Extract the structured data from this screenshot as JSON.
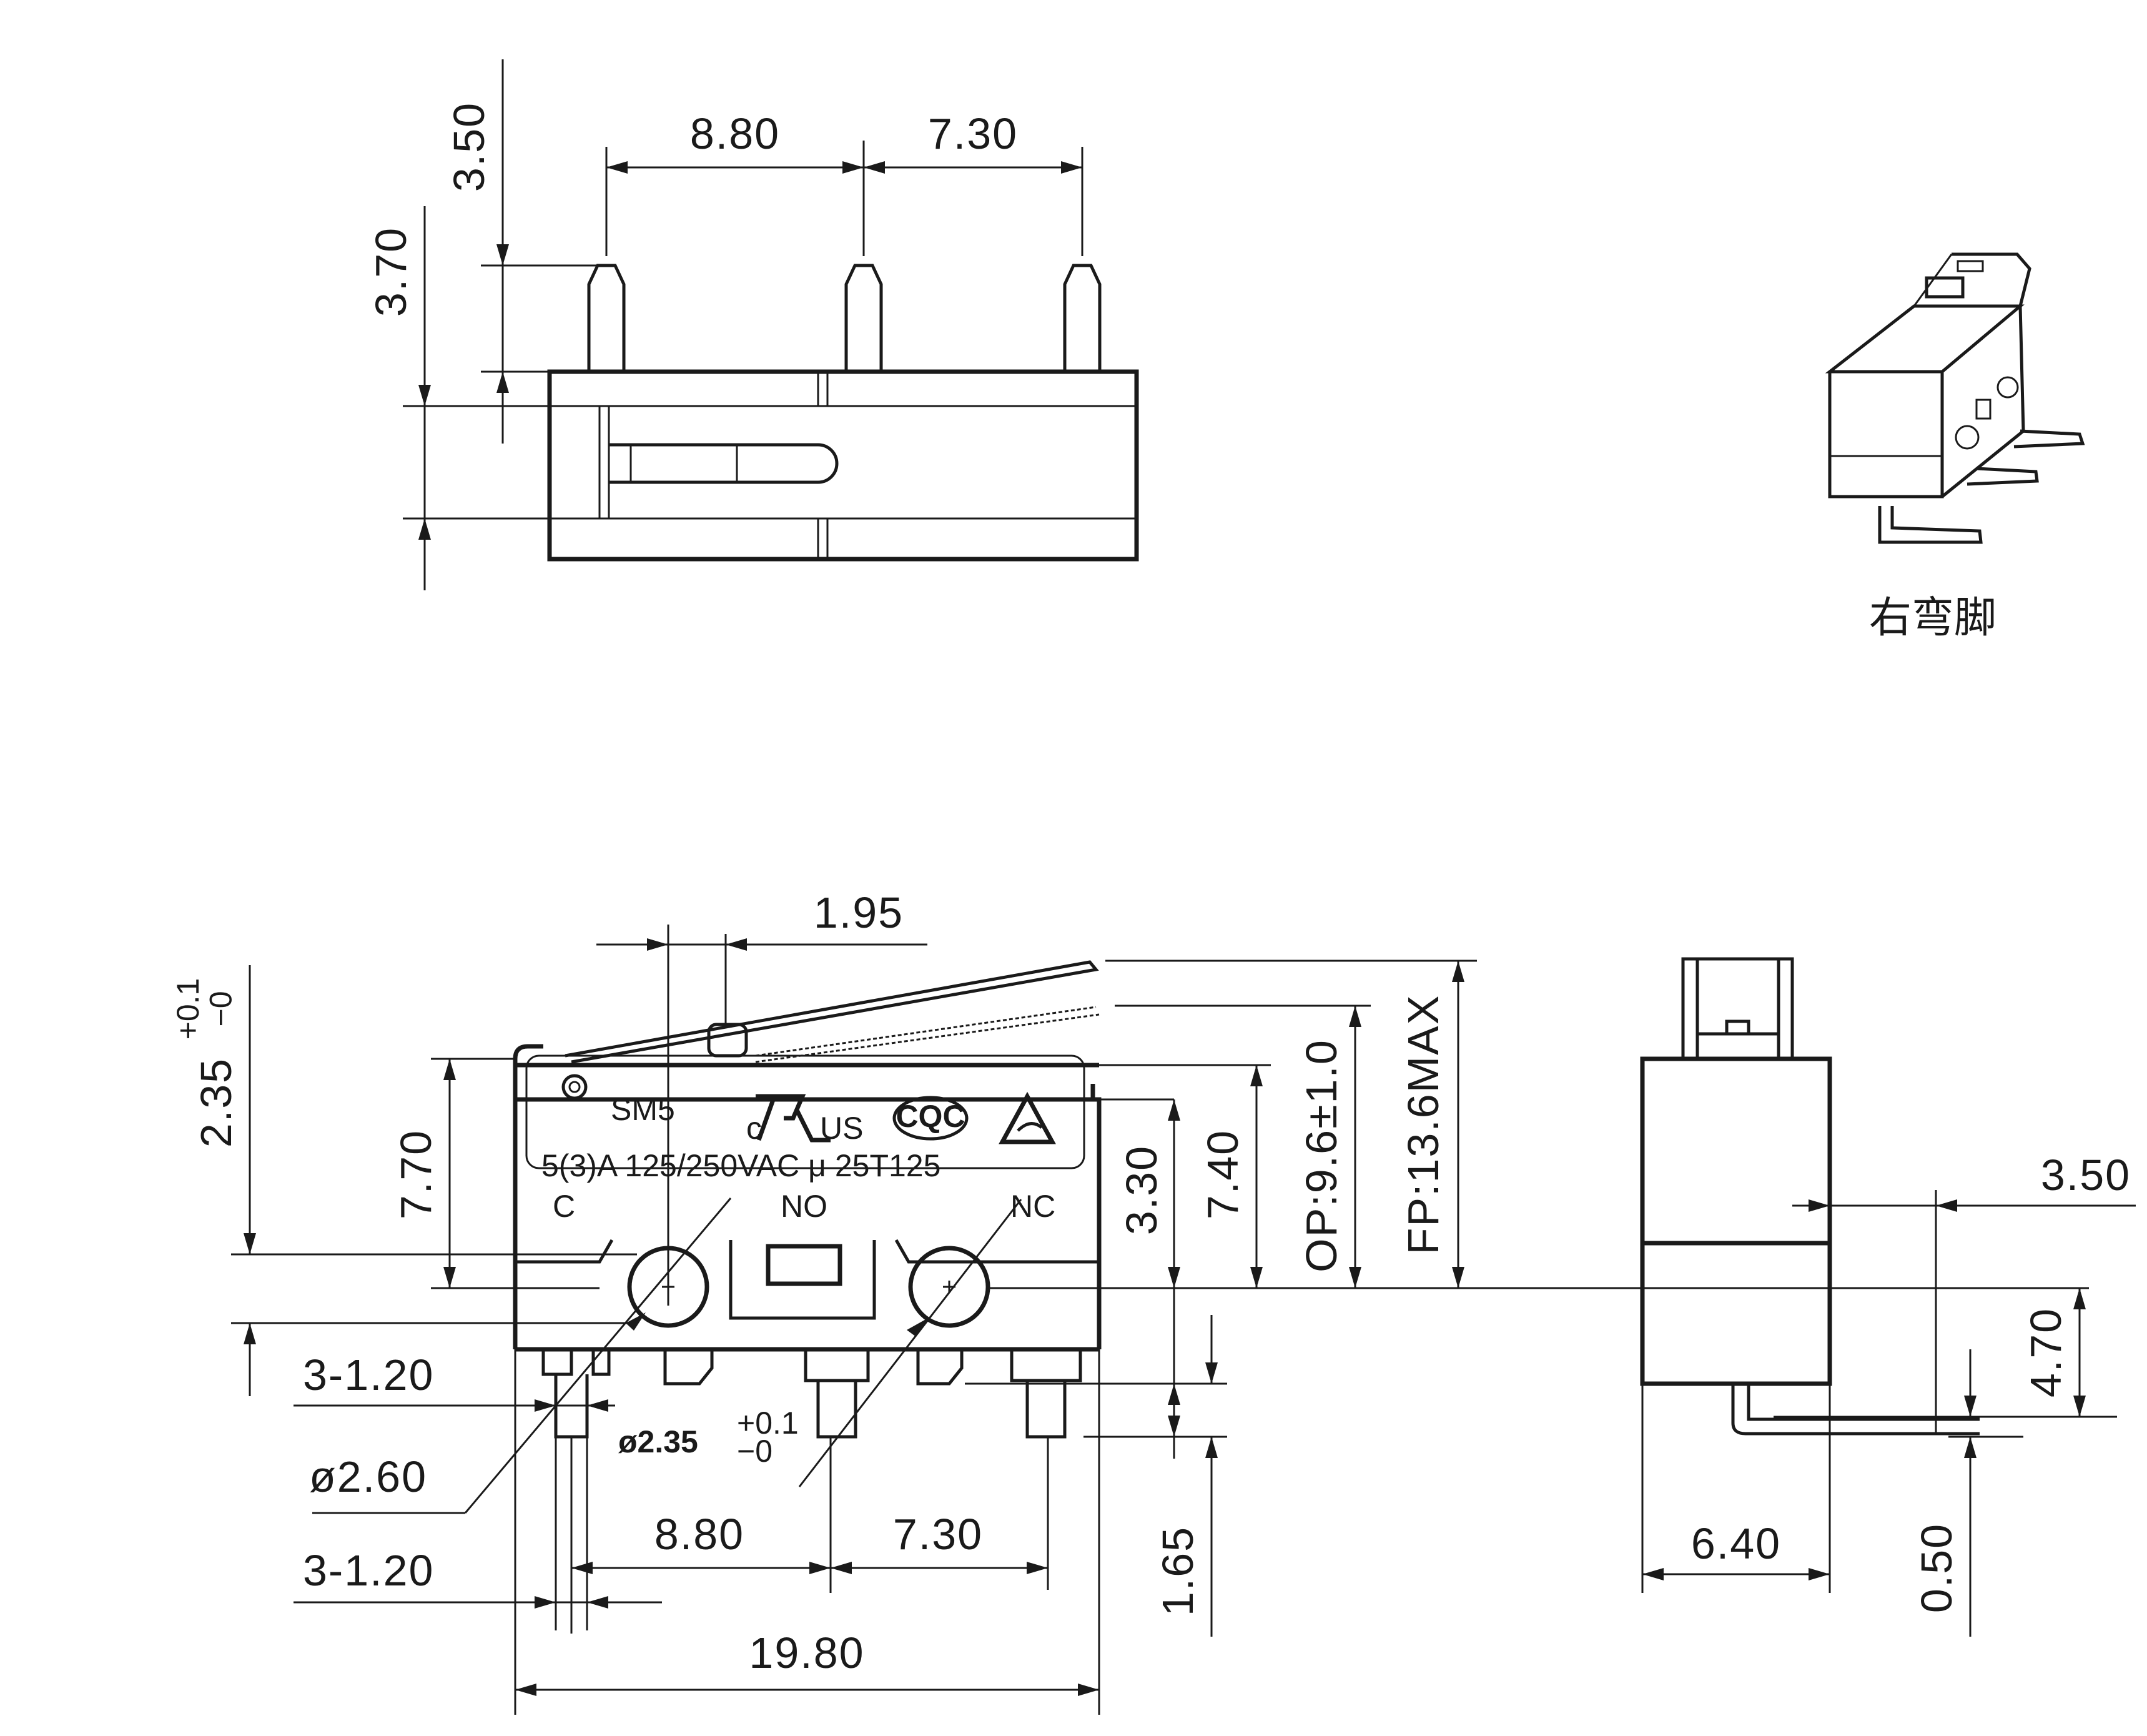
{
  "top_view": {
    "dims": {
      "pitch_left": "8.80",
      "pitch_right": "7.30",
      "pin_height": "3.50",
      "body_offset": "3.70"
    }
  },
  "perspective": {
    "caption": "右弯脚"
  },
  "front_view": {
    "dims": {
      "lever_offset": "1.95",
      "hole_pos": "2.35",
      "hole_pos_tol": "+0.1\n−0",
      "height_770": "7.70",
      "height_330": "3.30",
      "height_740": "7.40",
      "op": "OP:9.6±1.0",
      "fp": "FP:13.6MAX",
      "terminal_w_top": "3-1.20",
      "hole_dia": "ø2.60",
      "mount_hole": "ø2.35",
      "mount_hole_tol_up": "+0.1",
      "mount_hole_tol_dn": "−0",
      "terminal_w_bottom": "3-1.20",
      "pitch_left": "8.80",
      "pitch_right": "7.30",
      "terminal_len": "1.65",
      "total_width": "19.80"
    },
    "label": {
      "model": "SM5",
      "rating": "5(3)A 125/250VAC μ 25T125",
      "ul_c": "c",
      "ul_us": "US",
      "cqc": "CQC",
      "terminal_c": "C",
      "terminal_no": "NO",
      "terminal_nc": "NC"
    }
  },
  "side_view": {
    "dims": {
      "offset_350": "3.50",
      "height_470": "4.70",
      "width_640": "6.40",
      "thickness_050": "0.50"
    }
  }
}
